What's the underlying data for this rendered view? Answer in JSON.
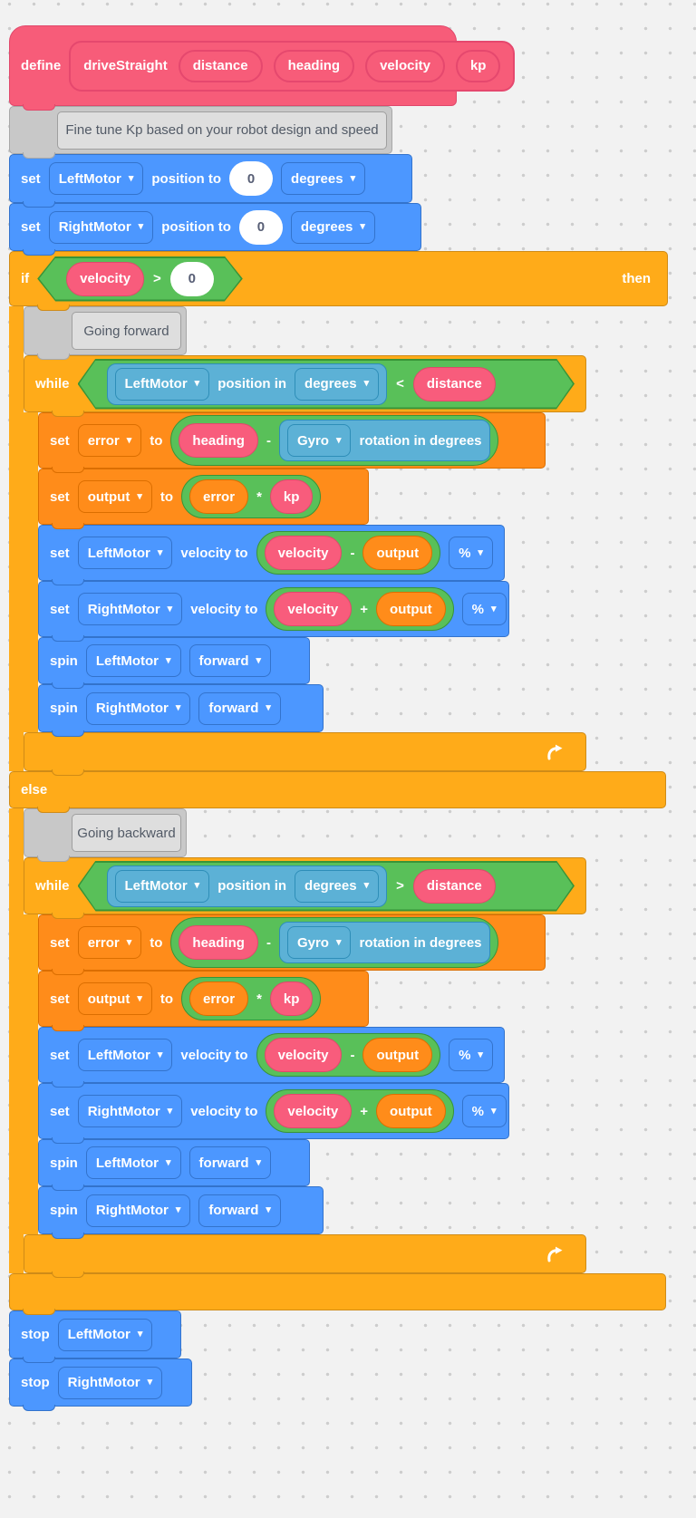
{
  "palette": {
    "canvas_bg": "#f2f2f2",
    "dot_color": "#cdcdcd",
    "my_blocks_pink": "#f75c79",
    "motion_blue": "#4c97ff",
    "sensing_teal": "#5cb1d6",
    "control_orange": "#ffab19",
    "variables_orange": "#ff8c1a",
    "operators_green": "#59c059",
    "comment_gray": "#c8c8c8",
    "parameter_pink": "#f85c7c",
    "input_white": "#ffffff"
  },
  "icons": {
    "dropdown_arrow": "▾",
    "repeat_arrow": "↻"
  },
  "define_block": {
    "keyword": "define",
    "proto_name": "driveStraight",
    "params": [
      "distance",
      "heading",
      "velocity",
      "kp"
    ]
  },
  "comment_tune": {
    "text": "Fine tune Kp based on your robot design and speed"
  },
  "comment_forward": {
    "text": "Going forward"
  },
  "comment_backward": {
    "text": "Going backward"
  },
  "set_position_left": {
    "keyword": "set",
    "motor": "LeftMotor",
    "label": "position to",
    "value": "0",
    "unit": "degrees"
  },
  "set_position_right": {
    "keyword": "set",
    "motor": "RightMotor",
    "label": "position to",
    "value": "0",
    "unit": "degrees"
  },
  "if_block": {
    "keyword_if": "if",
    "keyword_then": "then",
    "keyword_else": "else",
    "condition": {
      "lhs": "velocity",
      "op": ">",
      "rhs": "0"
    }
  },
  "while_forward": {
    "keyword": "while",
    "motor": "LeftMotor",
    "label": "position in",
    "unit": "degrees",
    "op": "<",
    "rhs": "distance"
  },
  "while_backward": {
    "keyword": "while",
    "motor": "LeftMotor",
    "label": "position in",
    "unit": "degrees",
    "op": ">",
    "rhs": "distance"
  },
  "set_error": {
    "keyword": "set",
    "variable": "error",
    "to": "to",
    "lhs": "heading",
    "op": "-",
    "sensor": "Gyro",
    "sensor_label": "rotation in degrees"
  },
  "set_output": {
    "keyword": "set",
    "variable": "output",
    "to": "to",
    "lhs": "error",
    "op": "*",
    "rhs": "kp"
  },
  "set_velocity_left": {
    "keyword": "set",
    "motor": "LeftMotor",
    "label": "velocity to",
    "lhs": "velocity",
    "op": "-",
    "rhs": "output",
    "unit": "%"
  },
  "set_velocity_right": {
    "keyword": "set",
    "motor": "RightMotor",
    "label": "velocity to",
    "lhs": "velocity",
    "op": "+",
    "rhs": "output",
    "unit": "%"
  },
  "spin_left": {
    "keyword": "spin",
    "motor": "LeftMotor",
    "direction": "forward"
  },
  "spin_right": {
    "keyword": "spin",
    "motor": "RightMotor",
    "direction": "forward"
  },
  "stop_left": {
    "keyword": "stop",
    "motor": "LeftMotor"
  },
  "stop_right": {
    "keyword": "stop",
    "motor": "RightMotor"
  }
}
